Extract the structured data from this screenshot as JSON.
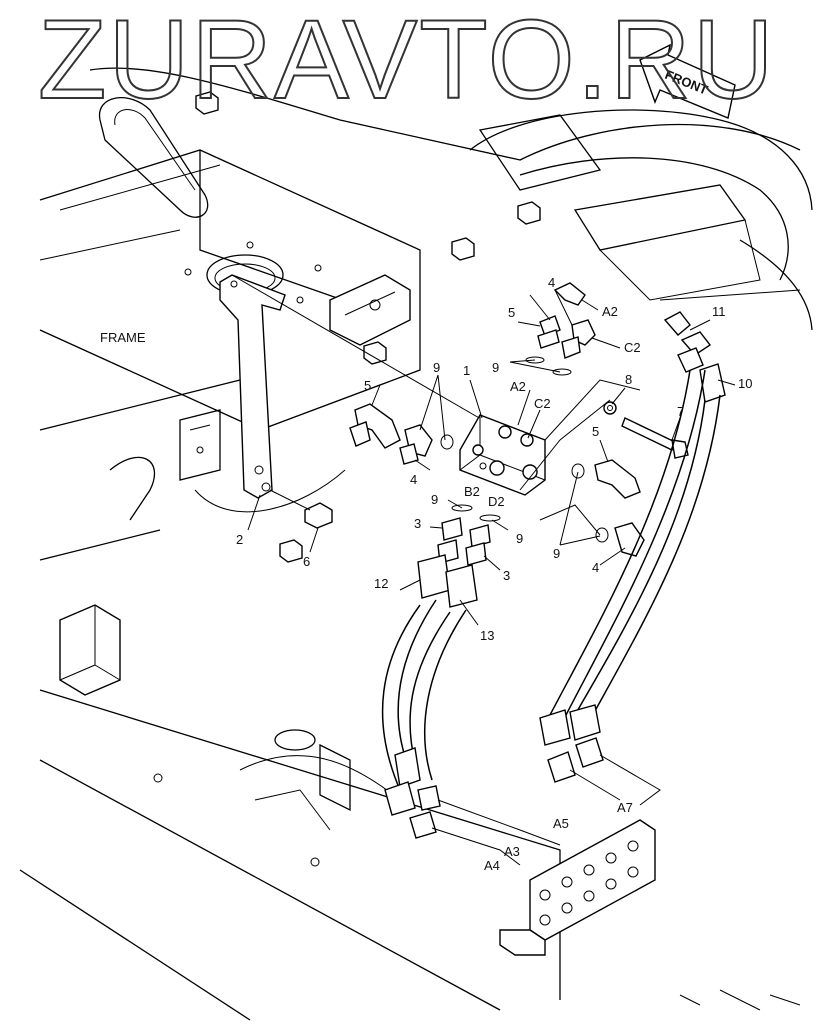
{
  "watermark": "ZURAVTO.RU",
  "front_arrow": "FRONT",
  "frame_label": "FRAME",
  "callouts": {
    "n1": "1",
    "n2": "2",
    "n3a": "3",
    "n3b": "3",
    "n4a": "4",
    "n4b": "4",
    "n4c": "4",
    "n5a": "5",
    "n5b": "5",
    "n5c": "5",
    "n6": "6",
    "n7": "7",
    "n8": "8",
    "n9a": "9",
    "n9b": "9",
    "n9c": "9",
    "n9d": "9",
    "n9e": "9",
    "n10": "10",
    "n11": "11",
    "n12": "12",
    "n13": "13"
  },
  "ports": {
    "a2_top": "A2",
    "c2_top": "C2",
    "a2_valve": "A2",
    "c2_valve": "C2",
    "b2": "B2",
    "d2": "D2",
    "a3": "A3",
    "a4": "A4",
    "a5": "A5",
    "a7": "A7"
  },
  "colors": {
    "line": "#000000",
    "background": "#ffffff",
    "watermark": "#333333"
  }
}
